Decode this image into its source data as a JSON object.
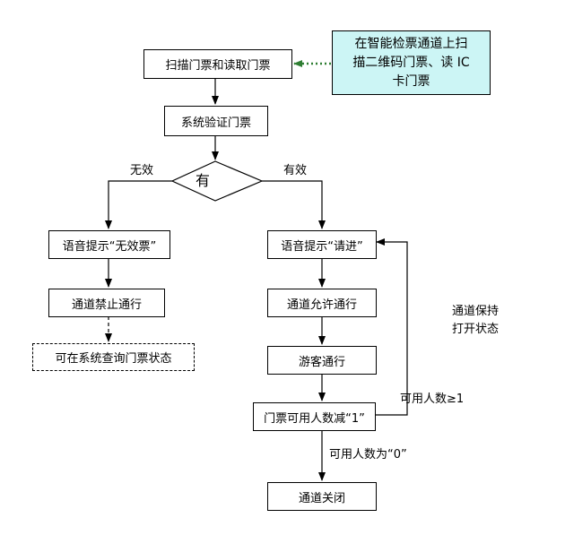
{
  "nodes": {
    "scan": "扫描门票和读取门票",
    "verify": "系统验证门票",
    "decision": "有",
    "voice_invalid": "语音提示“无效票”",
    "voice_enter": "语音提示“请进”",
    "deny": "通道禁止通行",
    "query": "可在系统查询门票状态",
    "allow": "通道允许通行",
    "visitor": "游客通行",
    "decrement": "门票可用人数减“1”",
    "close": "通道关闭"
  },
  "note": {
    "line1": "在智能检票通道上扫",
    "line2": "描二维码门票、读 IC",
    "line3": "卡门票"
  },
  "keep_open": {
    "line1": "通道保持",
    "line2": "打开状态"
  },
  "labels": {
    "invalid": "无效",
    "valid": "有效",
    "remaining_ge1": "可用人数≥1",
    "remaining_zero": "可用人数为“0”"
  },
  "colors": {
    "note_fill": "#ccf5f5",
    "dotted_arrow": "#2e7d32"
  }
}
